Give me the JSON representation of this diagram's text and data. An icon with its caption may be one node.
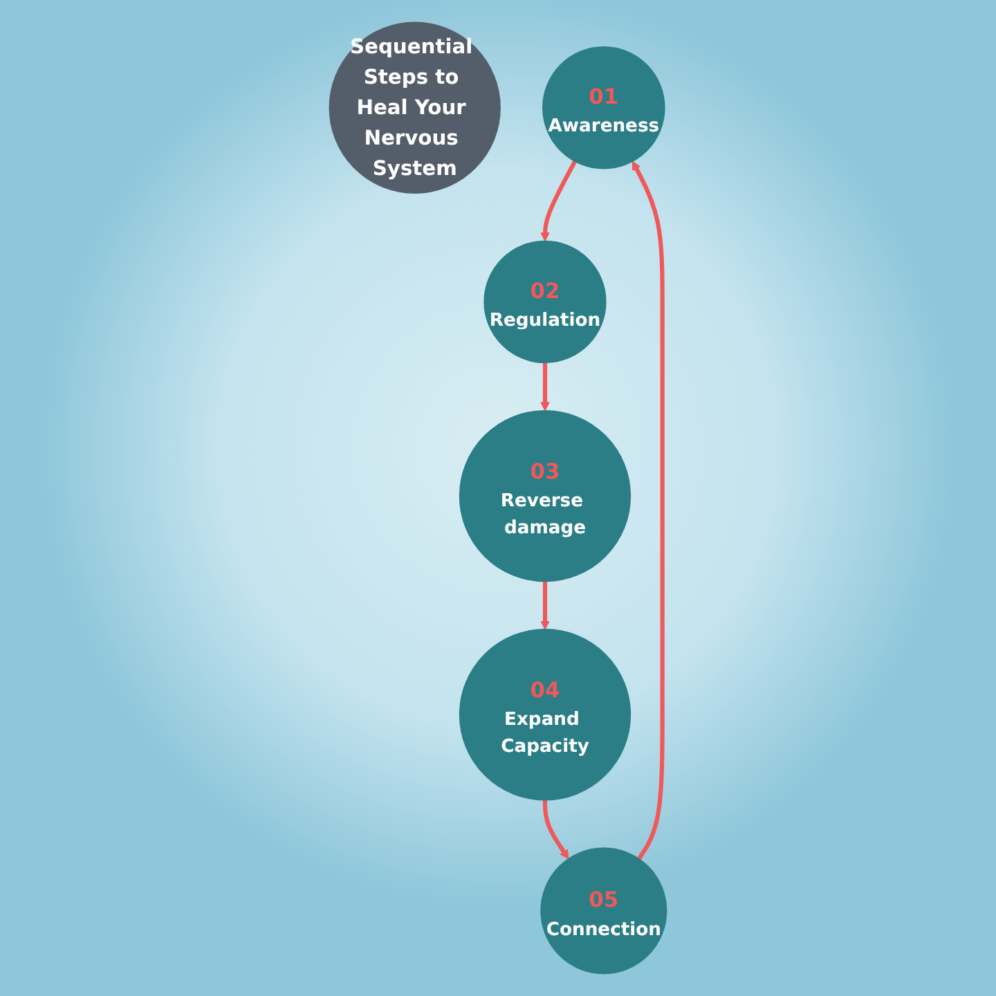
{
  "diagram": {
    "nodes": [
      {
        "text": [
          "Sequential Steps to Heal Your Nervous System"
        ]
      },
      {
        "text": [
          "01",
          "Awareness"
        ]
      },
      {
        "text": [
          "02",
          "Regulation"
        ]
      },
      {
        "text": [
          "03",
          "Reverse damage"
        ]
      },
      {
        "text": [
          "04",
          "Expand Capacity"
        ]
      },
      {
        "text": [
          "05",
          "Connection"
        ]
      }
    ],
    "edges": [
      {
        "from": 1,
        "to": 2,
        "arrow": "to"
      },
      {
        "from": 2,
        "to": 3,
        "arrow": "to"
      },
      {
        "from": 3,
        "to": 4,
        "arrow": "to"
      },
      {
        "from": 4,
        "to": 5,
        "arrow": "to"
      },
      {
        "from": 5,
        "to": 1,
        "arrow": "to"
      }
    ]
  }
}
